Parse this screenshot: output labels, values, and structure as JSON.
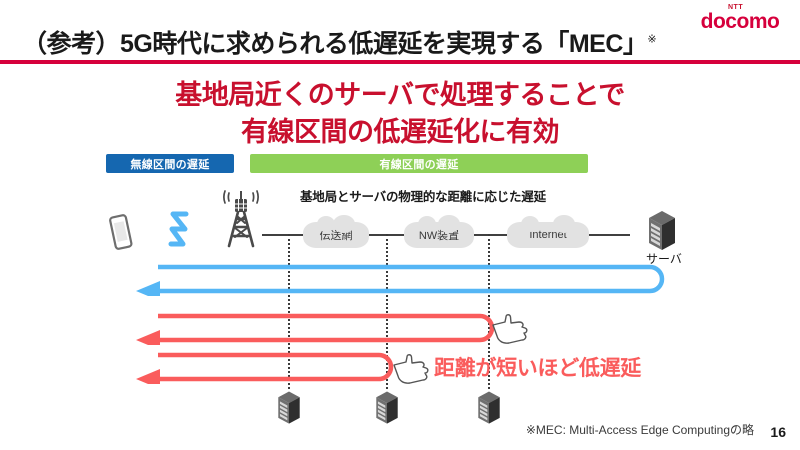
{
  "header": {
    "title": "（参考）5G時代に求められる低遅延を実現する「MEC」",
    "title_ref_mark": "※",
    "logo_sub": "NTT",
    "logo_wordmark": "docomo",
    "rule_color": "#d6003c"
  },
  "headline": {
    "line1": "基地局近くのサーバで処理することで",
    "line2": "有線区間の低遅延化に有効",
    "color": "#c8102e"
  },
  "legend": {
    "wireless": {
      "label": "無線区間の遅延",
      "color": "#1567b0"
    },
    "wired": {
      "label": "有線区間の遅延",
      "color": "#8ed057"
    }
  },
  "diagram": {
    "chain_caption": "基地局とサーバの物理的な距離に応じた遅延",
    "nodes": [
      {
        "label": "伝送網"
      },
      {
        "label": "NW装置"
      },
      {
        "label": "Internet"
      }
    ],
    "endpoint_server_label": "サーバ",
    "phone_icon": "smartphone-icon",
    "signal_icon": "wireless-signal-icon",
    "tower_icon": "cell-tower-icon",
    "server_icon": "server-rack-icon",
    "hand_icon": "pointing-hand-icon",
    "arrows": [
      {
        "name": "internet-roundtrip",
        "color": "#55b6f5"
      },
      {
        "name": "mec-midpoint-roundtrip",
        "color": "#fa5c5c"
      },
      {
        "name": "mec-near-roundtrip",
        "color": "#fa5c5c"
      }
    ],
    "annotation": "距離が短いほど低遅延",
    "annotation_color": "#fa5c5c"
  },
  "footer": {
    "footnote": "※MEC: Multi-Access Edge Computingの略",
    "page_number": "16"
  }
}
